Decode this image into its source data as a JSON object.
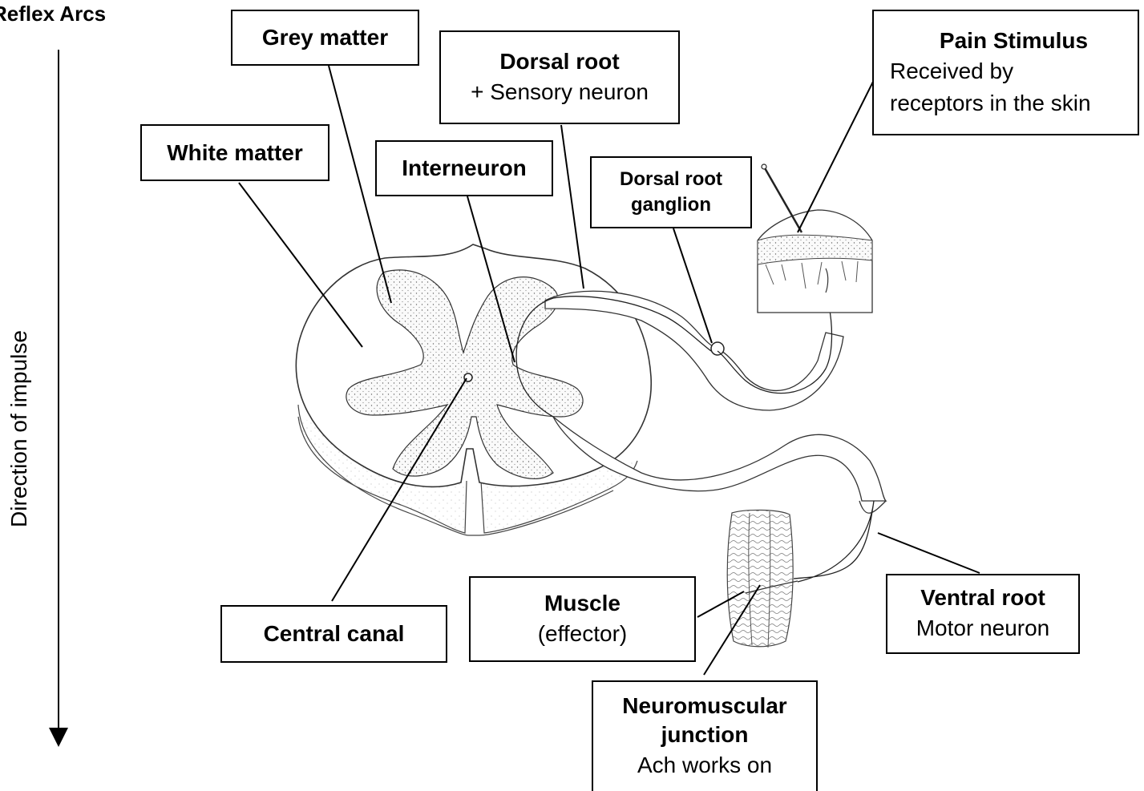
{
  "title": "Reflex Arcs",
  "side_label": "Direction of impulse",
  "labels": {
    "grey_matter": {
      "title": "Grey matter"
    },
    "dorsal_root": {
      "title": "Dorsal root",
      "subtitle": "+ Sensory neuron"
    },
    "pain_stimulus": {
      "title": "Pain Stimulus",
      "subtitle_line1": "Received by",
      "subtitle_line2": "receptors in the skin"
    },
    "white_matter": {
      "title": "White matter"
    },
    "interneuron": {
      "title": "Interneuron"
    },
    "dorsal_root_ganglion": {
      "title_line1": "Dorsal root",
      "title_line2": "ganglion"
    },
    "central_canal": {
      "title": "Central canal"
    },
    "muscle": {
      "title": "Muscle",
      "subtitle": "(effector)"
    },
    "ventral_root": {
      "title": "Ventral root",
      "subtitle": "Motor neuron"
    },
    "neuromuscular_junction": {
      "title_line1": "Neuromuscular",
      "title_line2": "junction",
      "subtitle": "Ach works on"
    }
  },
  "colors": {
    "stroke": "#000000",
    "stipple": "#555555",
    "tissue_fill": "#f7f7f7"
  }
}
